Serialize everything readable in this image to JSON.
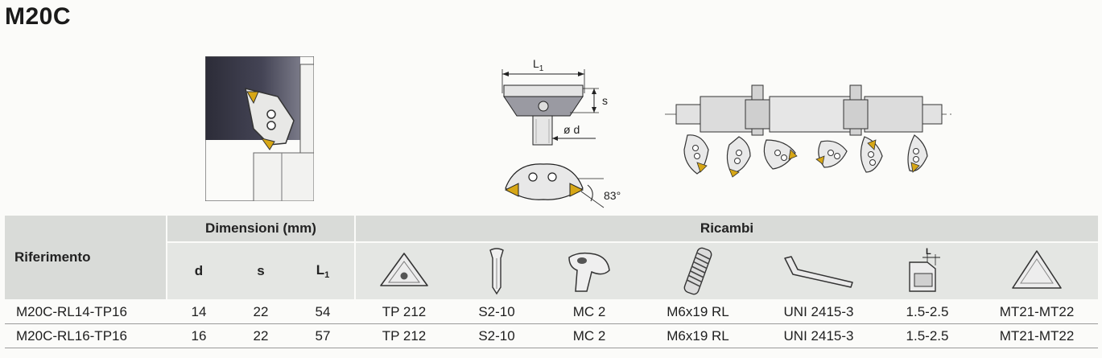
{
  "title": "M20C",
  "figure": {
    "dim_L1": "L",
    "dim_L1_sub": "1",
    "dim_s": "s",
    "dim_d": "ø d",
    "angle": "83°"
  },
  "table": {
    "col_riferimento": "Riferimento",
    "group_dimensioni": "Dimensioni (mm)",
    "group_ricambi": "Ricambi",
    "col_d": "d",
    "col_s": "s",
    "col_L": "L",
    "col_L_sub": "1",
    "wrench_label": "L",
    "rows": [
      {
        "ref": "M20C-RL14-TP16",
        "d": "14",
        "s": "22",
        "L1": "54",
        "insert": "TP 212",
        "screw": "S2-10",
        "clamp": "MC 2",
        "clamp_screw": "M6x19 RL",
        "key": "UNI 2415-3",
        "gauge": "1.5-2.5",
        "shim": "MT21-MT22"
      },
      {
        "ref": "M20C-RL16-TP16",
        "d": "16",
        "s": "22",
        "L1": "57",
        "insert": "TP 212",
        "screw": "S2-10",
        "clamp": "MC 2",
        "clamp_screw": "M6x19 RL",
        "key": "UNI 2415-3",
        "gauge": "1.5-2.5",
        "shim": "MT21-MT22"
      }
    ]
  }
}
